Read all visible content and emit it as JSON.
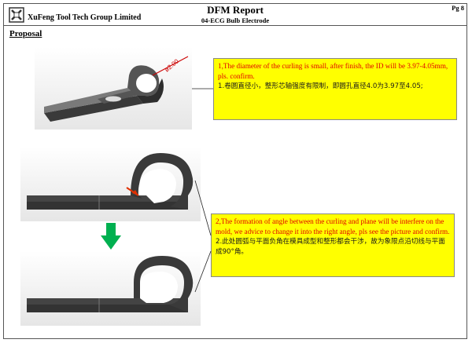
{
  "header": {
    "company": "XuFeng Tool Tech Group Limited",
    "title": "DFM Report",
    "subtitle": "04-ECG Bulb Electrode",
    "page": "Pg 8"
  },
  "section": {
    "title": "Proposal"
  },
  "images": {
    "top": {
      "dimension_label": "ø2.00"
    }
  },
  "notes": [
    {
      "en": "1,The diameter of the curling is small, after finish, the ID will be 3.97-4.05mm, pls. confirm.",
      "cn": "1.卷圆直径小，整形芯轴强度有限制，即圆孔直径4.0为3.97至4.05;"
    },
    {
      "en": "2,The formation of angle between the curling and plane will be interfere on the mold, we advice to change it into the right angle, pls see the picture and confirm.",
      "cn": "2.此处圆弧与平面负角在模具成型和整形都会干涉，故为象限点沿切线与平面成90°角。"
    }
  ],
  "colors": {
    "note_bg": "#ffff00",
    "note_text_en": "#e00000",
    "arrow_green": "#00b050"
  }
}
